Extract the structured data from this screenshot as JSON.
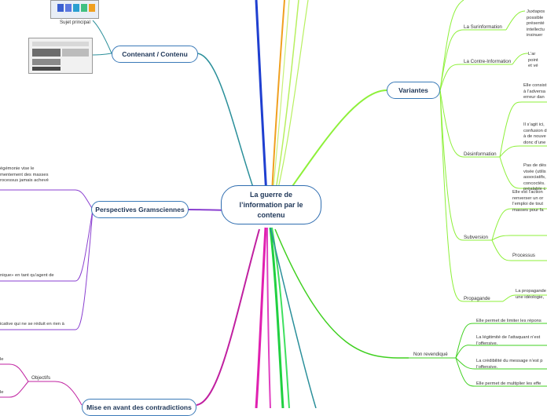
{
  "central": {
    "title": "La guerre de l’information par le contenu"
  },
  "main_topics": {
    "contenant": "Contenant / Contenu",
    "perspectives": "Perspectives Gramsciennes",
    "variantes": "Variantes",
    "contradictions": "Mise en avant des contradictions"
  },
  "labels": {
    "sujet_principal": "Sujet principal",
    "objectifs": "Objectifs",
    "surinformation": "La Surinformation",
    "contre_information": "La Contre-Information",
    "desinformation": "Désinformation",
    "subversion": "Subversion",
    "processus": "Processus",
    "propagande": "Propagande",
    "non_revendique": "Non revendiqué"
  },
  "texts": {
    "gramsci_1": "égémonie vise le\nmentement des masses\nrocessus jamais achevé",
    "gramsci_2": "nique» en tant qu’agent de",
    "gramsci_3": "icative qui ne se réduit en rien à",
    "obj_1": "le",
    "obj_2": "le",
    "surinfo": "Juxtapos\npossible\nprésenté\nintellectu\ninsinuer",
    "contre": "L’ar\npoint\net vé",
    "desinfo_1": "Elle consist\nà l’adversa\nerreur dan",
    "desinfo_2": "Il s’agit ici,\nconfusion d\nà de nouve\ndonc d’une",
    "desinfo_3": "Pas de dés\nvisée (utilis\nassociatifs,\nconcoctés.\npréalable c",
    "subversion_1": "Elle est l’action\nrenverser un or\nl’emploi de tout\nmasses pour fa",
    "propagande": "La propagande\nune idéologie,",
    "nonrev_1": "Elle permet de limiter les répons",
    "nonrev_2": "La légitimité de l’attaquant n’est\nl’offensive.",
    "nonrev_3": "La crédibilité du message n’est p\nl’offensive.",
    "nonrev_4": "Elle permet de multiplier les effe"
  },
  "colors": {
    "node_border": "#3a7ab8",
    "lime": "#8ef03a",
    "purple": "#8a3fd0",
    "teal": "#2a8f9a",
    "blue": "#1f3fd0",
    "orange": "#f0a020",
    "magenta": "#e020b0",
    "green": "#20d040"
  }
}
